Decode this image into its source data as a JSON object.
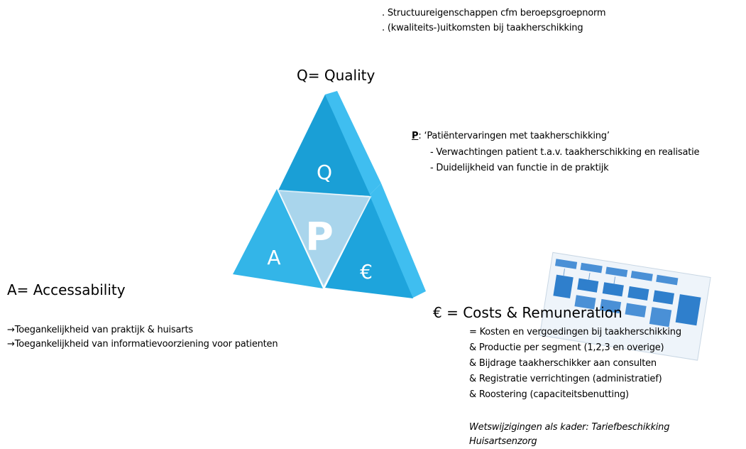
{
  "top_notes": [
    ". Structuureigenschappen cfm beroepsgroepnorm",
    ". (kwaliteits-)uitkomsten bij taakherschikking"
  ],
  "quality": {
    "title": "Q= Quality"
  },
  "pyramid": {
    "q_label": "Q",
    "p_label": "P",
    "a_label": "A",
    "euro_label": "€",
    "colors": {
      "dark": "#1a9fd6",
      "medium": "#33b5e8",
      "light": "#a9d5ec",
      "side": "#3fbef0"
    }
  },
  "patient": {
    "prefix": "P",
    "title_rest": ": ‘Patiëntervaringen met taakherschikking’",
    "items": [
      "- Verwachtingen patient t.a.v. taakherschikking en realisatie",
      "- Duidelijkheid van functie in de praktijk"
    ]
  },
  "access": {
    "title": "A= Accessability",
    "items": [
      "→Toegankelijkheid van praktijk & huisarts",
      "→Toegankelijkheid van informatievoorziening voor patienten"
    ]
  },
  "costs": {
    "title": "€ = Costs & Remuneration",
    "items": [
      "= Kosten en vergoedingen bij taakherschikking",
      "& Productie per segment (1,2,3 en overige)",
      "& Bijdrage taakherschikker aan consulten",
      "& Registratie verrichtingen (administratief)",
      "& Roostering (capaciteitsbenutting)"
    ],
    "note_lines": [
      "Wetswijzigingen als kader: Tariefbeschikking",
      "Huisartsenzorg"
    ]
  }
}
